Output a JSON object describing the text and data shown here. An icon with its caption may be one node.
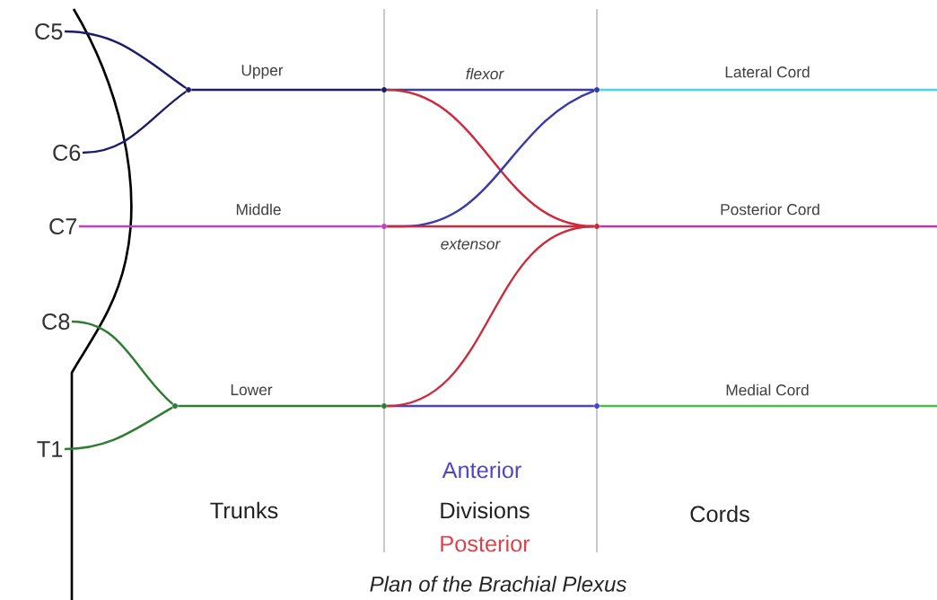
{
  "diagram": {
    "caption": "Plan of the Brachial Plexus",
    "nodes": [
      {
        "text": [
          "C5"
        ]
      },
      {
        "text": [
          "C6"
        ]
      },
      {
        "text": [
          "C7"
        ]
      },
      {
        "text": [
          "C8"
        ]
      },
      {
        "text": [
          "T1"
        ]
      },
      {
        "text": [],
        "shape": "dot"
      },
      {
        "text": [],
        "shape": "dot"
      },
      {
        "text": [],
        "shape": "dot"
      },
      {
        "text": [],
        "shape": "dot"
      },
      {
        "text": [],
        "shape": "dot"
      },
      {
        "text": [],
        "shape": "dot"
      },
      {
        "text": [],
        "shape": "dot"
      },
      {
        "text": [],
        "shape": "dot"
      }
    ],
    "edges": [
      {
        "from": 0,
        "to": 5,
        "arrow": "none",
        "color": "#1c1c6a"
      },
      {
        "from": 1,
        "to": 5,
        "arrow": "none",
        "color": "#1c1c6a"
      },
      {
        "from": 3,
        "to": 6,
        "arrow": "none",
        "color": "#2e7d32"
      },
      {
        "from": 4,
        "to": 6,
        "arrow": "none",
        "color": "#2e7d32"
      },
      {
        "from": 5,
        "to": 7,
        "arrow": "none",
        "label": "Upper",
        "color": "#1c1c6a"
      },
      {
        "from": 2,
        "to": 8,
        "arrow": "none",
        "label": "Middle",
        "color": "#c040c0"
      },
      {
        "from": 6,
        "to": 9,
        "arrow": "none",
        "label": "Lower",
        "color": "#2e7d32"
      },
      {
        "from": 7,
        "to": 10,
        "arrow": "none",
        "label": "flexor",
        "color": "#3a3aa8"
      },
      {
        "from": 7,
        "to": 11,
        "arrow": "none",
        "color": "#cc2b3b"
      },
      {
        "from": 8,
        "to": 10,
        "arrow": "none",
        "color": "#3a3aa8"
      },
      {
        "from": 8,
        "to": 11,
        "arrow": "none",
        "label": "extensor",
        "color": "#cc2b3b"
      },
      {
        "from": 9,
        "to": 12,
        "arrow": "none",
        "color": "#4a45c8"
      },
      {
        "from": 9,
        "to": 11,
        "arrow": "none",
        "color": "#cc2b3b"
      },
      {
        "from": 10,
        "to": null,
        "arrow": "none",
        "label": "Lateral Cord",
        "color": "#40d8f0"
      },
      {
        "from": 11,
        "to": null,
        "arrow": "none",
        "label": "Posterior Cord",
        "color": "#c8309c"
      },
      {
        "from": 12,
        "to": null,
        "arrow": "none",
        "label": "Medial Cord",
        "color": "#44c044"
      }
    ],
    "labels": [
      "Anterior",
      "Trunks",
      "Divisions",
      "Cords",
      "Posterior"
    ]
  }
}
